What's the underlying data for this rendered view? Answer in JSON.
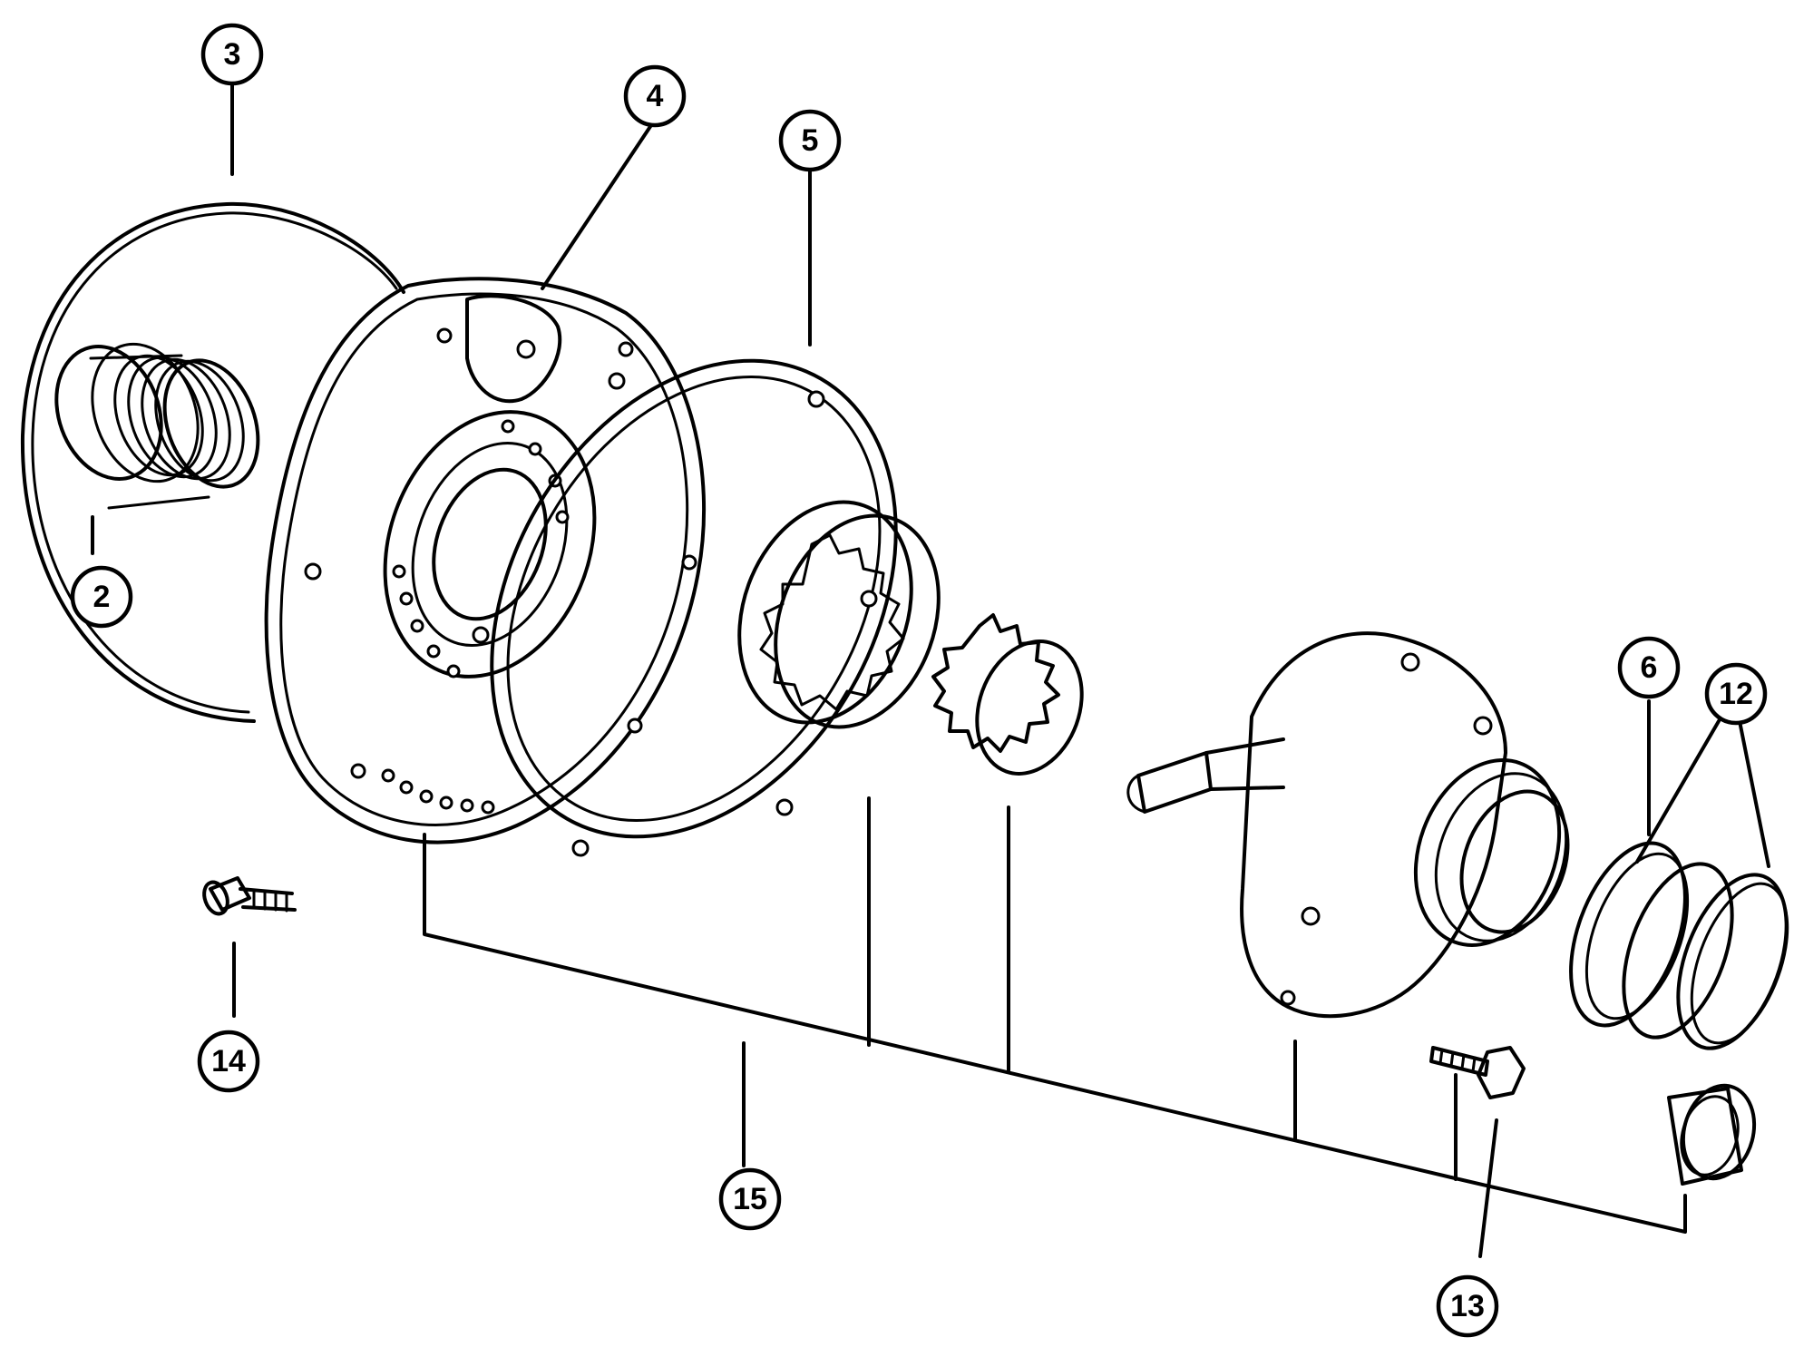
{
  "callouts": [
    {
      "id": "c3",
      "label": "3"
    },
    {
      "id": "c4",
      "label": "4"
    },
    {
      "id": "c5",
      "label": "5"
    },
    {
      "id": "c2",
      "label": "2"
    },
    {
      "id": "c6",
      "label": "6"
    },
    {
      "id": "c12",
      "label": "12"
    },
    {
      "id": "c14",
      "label": "14"
    },
    {
      "id": "c15",
      "label": "15"
    },
    {
      "id": "c13",
      "label": "13"
    }
  ]
}
